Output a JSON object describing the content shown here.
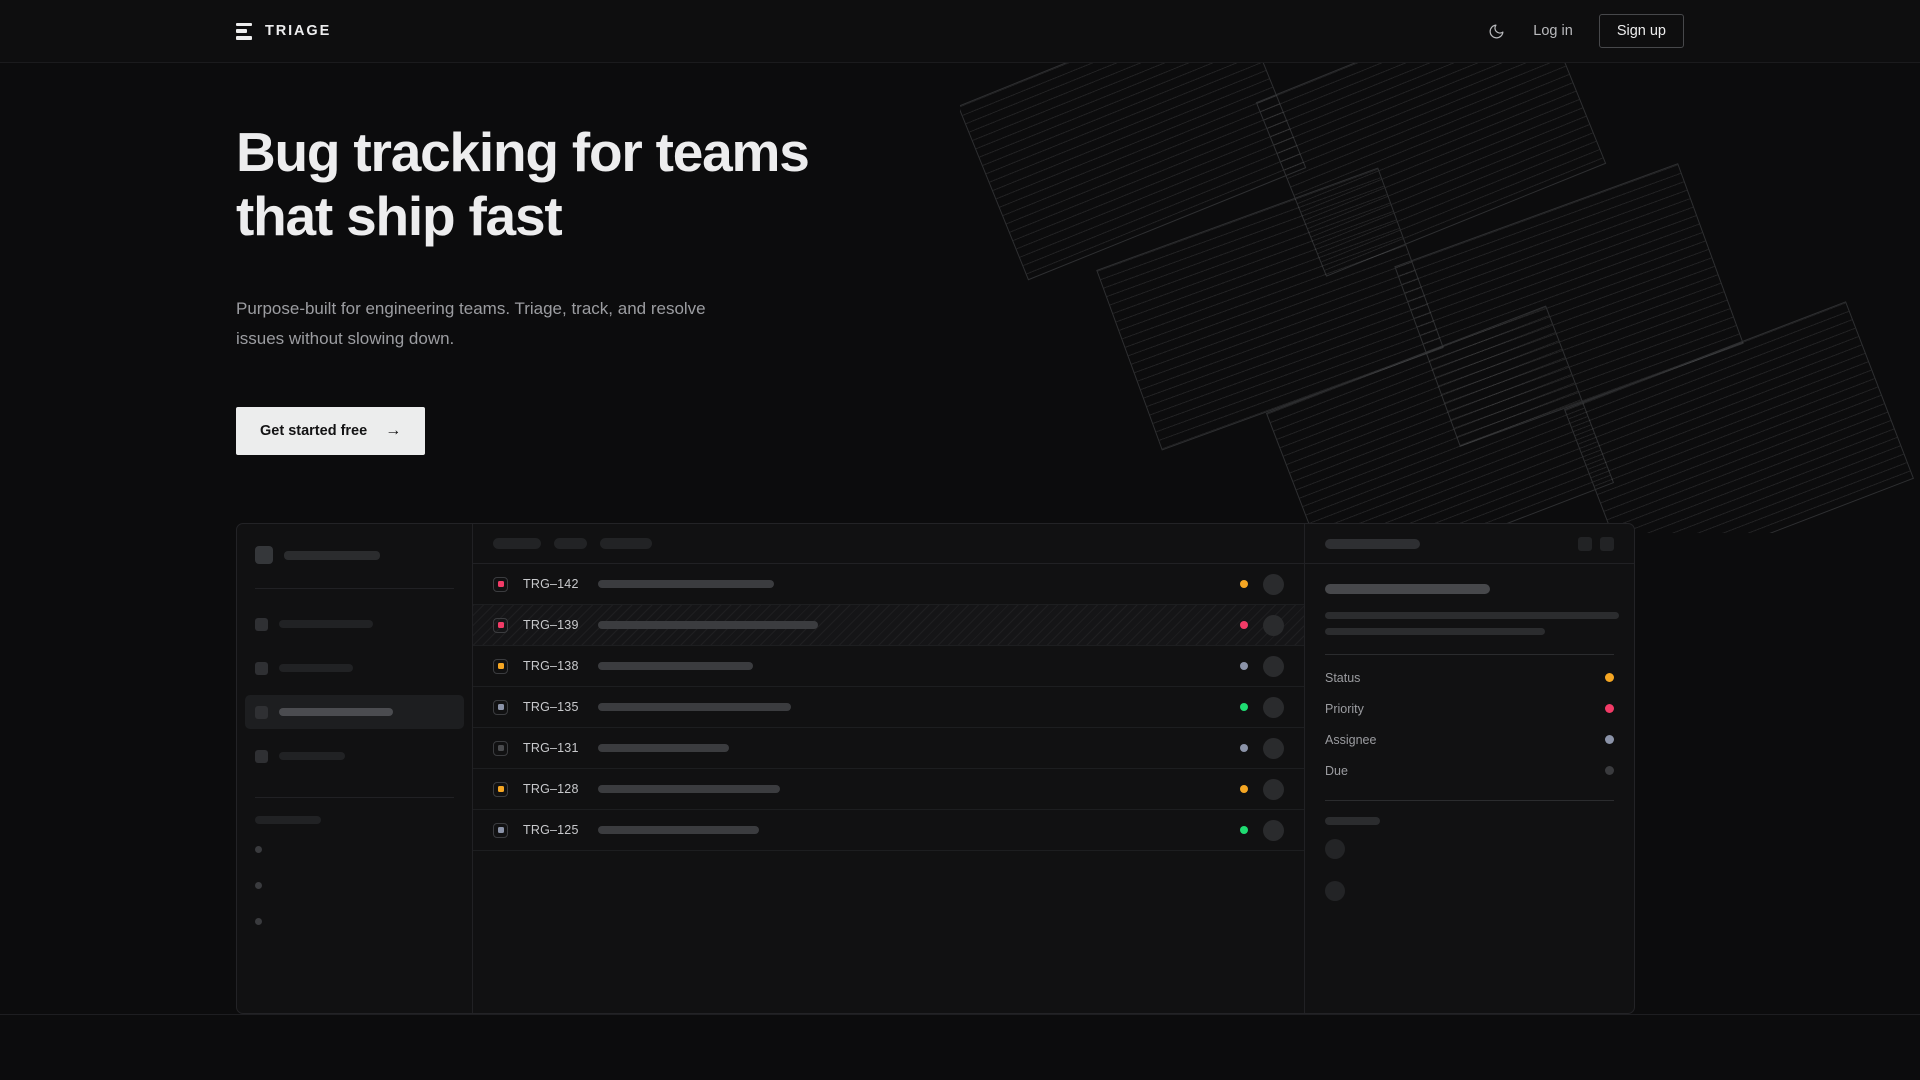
{
  "brand": {
    "name": "TRIAGE",
    "logo_icon": "triage-bars-logo"
  },
  "nav": {
    "theme_toggle_icon": "moon-icon",
    "login_label": "Log in",
    "signup_label": "Sign up"
  },
  "hero": {
    "headline_line1": "Bug tracking for teams",
    "headline_line2": "that ship fast",
    "subhead": "Purpose-built for engineering teams. Triage, track, and resolve issues without slowing down.",
    "cta_label": "Get started free",
    "cta_arrow": "→"
  },
  "colors": {
    "page_bg": "#0c0c0d",
    "nav_bg": "#0e0e0f",
    "text_primary": "#ededee",
    "text_muted": "#9c9da1",
    "cta_bg": "#eceded",
    "status_amber": "#f5a623",
    "status_pink": "#f23b67",
    "status_slate": "#8b93a8",
    "status_green": "#1fdc72",
    "status_gray": "#3a3b3e",
    "border": "#232326"
  },
  "app": {
    "sidebar": {
      "workspace_placeholder_width": 96,
      "items": [
        {
          "label_width": 94,
          "active": false
        },
        {
          "label_width": 74,
          "active": false
        },
        {
          "label_width": 114,
          "active": true
        },
        {
          "label_width": 66,
          "active": false
        }
      ],
      "section_label_width": 66,
      "sub_items": 3
    },
    "list": {
      "header_chips": [
        48,
        33,
        52
      ],
      "rows": [
        {
          "id": "TRG–142",
          "badge_color": "#f23b67",
          "title_width": 176,
          "status_color": "#f5a623",
          "selected": false
        },
        {
          "id": "TRG–139",
          "badge_color": "#f23b67",
          "title_width": 220,
          "status_color": "#f23b67",
          "selected": true
        },
        {
          "id": "TRG–138",
          "badge_color": "#f5a623",
          "title_width": 155,
          "status_color": "#8b93a8",
          "selected": false
        },
        {
          "id": "TRG–135",
          "badge_color": "#8b93a8",
          "title_width": 193,
          "status_color": "#1fdc72",
          "selected": false
        },
        {
          "id": "TRG–131",
          "badge_color": "#4a4b4e",
          "title_width": 131,
          "status_color": "#8b93a8",
          "selected": false
        },
        {
          "id": "TRG–128",
          "badge_color": "#f5a623",
          "title_width": 182,
          "status_color": "#f5a623",
          "selected": false
        },
        {
          "id": "TRG–125",
          "badge_color": "#8b93a8",
          "title_width": 161,
          "status_color": "#1fdc72",
          "selected": false
        }
      ]
    },
    "detail": {
      "header_title_width": 95,
      "action_buttons": 2,
      "body_title_width": 165,
      "body_lines": [
        294,
        220
      ],
      "meta": [
        {
          "label": "Status",
          "color": "#f5a623"
        },
        {
          "label": "Priority",
          "color": "#f23b67"
        },
        {
          "label": "Assignee",
          "color": "#8b93a8"
        },
        {
          "label": "Due",
          "color": "#3a3b3e"
        }
      ],
      "comments_label_width": 55,
      "comment_avatars": 2
    }
  }
}
